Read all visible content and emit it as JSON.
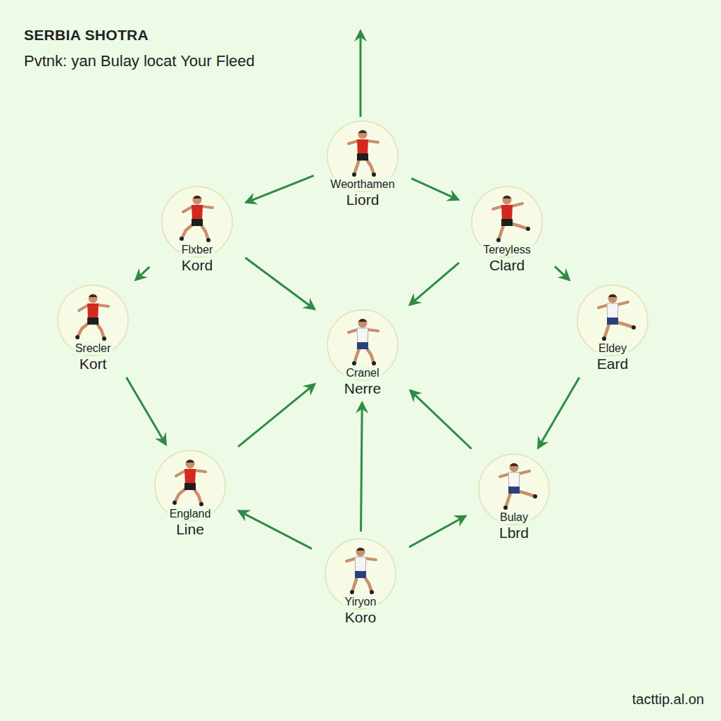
{
  "diagram": {
    "title": "SERBIA SHOTRA",
    "nodes": [
      {
        "text": [
          "Weorthamen",
          "Liord"
        ]
      },
      {
        "text": [
          "Flxber",
          "Kord"
        ]
      },
      {
        "text": [
          "Tereyless",
          "Clard"
        ]
      },
      {
        "text": [
          "Srecler",
          "Kort"
        ]
      },
      {
        "text": [
          "Cranel",
          "Nerre"
        ]
      },
      {
        "text": [
          "Eldey",
          "Eard"
        ]
      },
      {
        "text": [
          "England",
          "Line"
        ]
      },
      {
        "text": [
          "Bulay",
          "Lbrd"
        ]
      },
      {
        "text": [
          "Yiryon",
          "Koro"
        ]
      }
    ],
    "edges": [
      {
        "from": 0,
        "to": 1,
        "arrow": "to"
      },
      {
        "from": 0,
        "to": 2,
        "arrow": "to"
      },
      {
        "from": 1,
        "to": 4,
        "arrow": "to"
      },
      {
        "from": 2,
        "to": 4,
        "arrow": "to"
      },
      {
        "from": 1,
        "to": 3,
        "arrow": "to"
      },
      {
        "from": 2,
        "to": 5,
        "arrow": "to"
      },
      {
        "from": 3,
        "to": 6,
        "arrow": "to"
      },
      {
        "from": 5,
        "to": 7,
        "arrow": "to"
      },
      {
        "from": 6,
        "to": 4,
        "arrow": "to"
      },
      {
        "from": 7,
        "to": 4,
        "arrow": "to"
      },
      {
        "from": 8,
        "to": 6,
        "arrow": "to"
      },
      {
        "from": 8,
        "to": 7,
        "arrow": "to"
      },
      {
        "from": 8,
        "to": 4,
        "arrow": "to"
      }
    ],
    "labels": [
      "Pvtnk: yan Bulay locat Your Fleed",
      "tacttip.al.on"
    ]
  }
}
